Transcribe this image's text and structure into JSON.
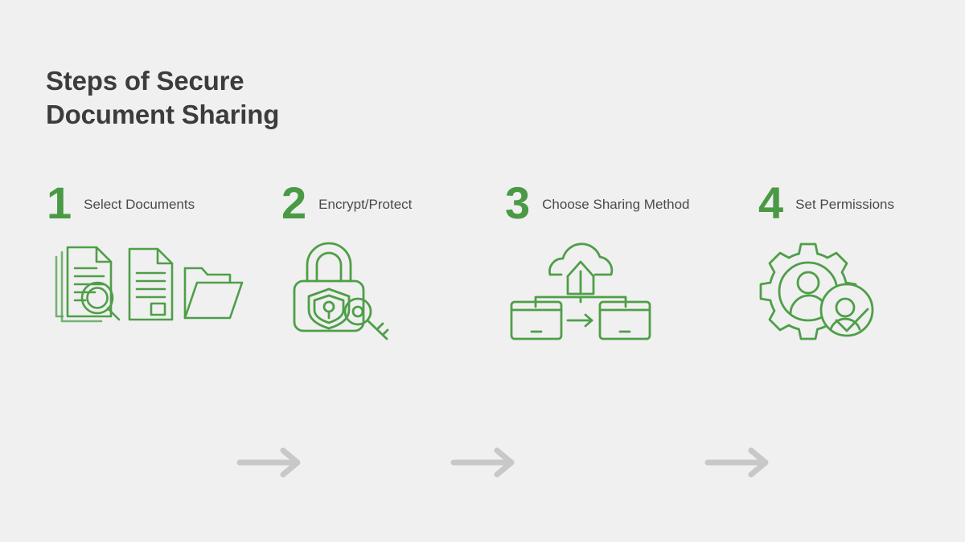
{
  "title": "Steps of Secure\nDocument Sharing",
  "colors": {
    "background": "#f0f0f0",
    "title_text": "#3c3c3c",
    "accent_green": "#4a9a45",
    "icon_green": "#4f9e48",
    "label_text": "#4a4a4a",
    "arrow_grey": "#c8c8c8"
  },
  "steps": [
    {
      "number": "1",
      "label": "Select Documents",
      "icon": "documents-magnifier-folder-icon"
    },
    {
      "number": "2",
      "label": "Encrypt/Protect",
      "icon": "padlock-shield-key-icon"
    },
    {
      "number": "3",
      "label": "Choose Sharing Method",
      "icon": "cloud-upload-monitors-icon"
    },
    {
      "number": "4",
      "label": "Set Permissions",
      "icon": "gear-user-check-icon"
    }
  ],
  "connectors": [
    {
      "name": "arrow-right-icon"
    },
    {
      "name": "arrow-right-icon"
    },
    {
      "name": "arrow-right-icon"
    }
  ]
}
